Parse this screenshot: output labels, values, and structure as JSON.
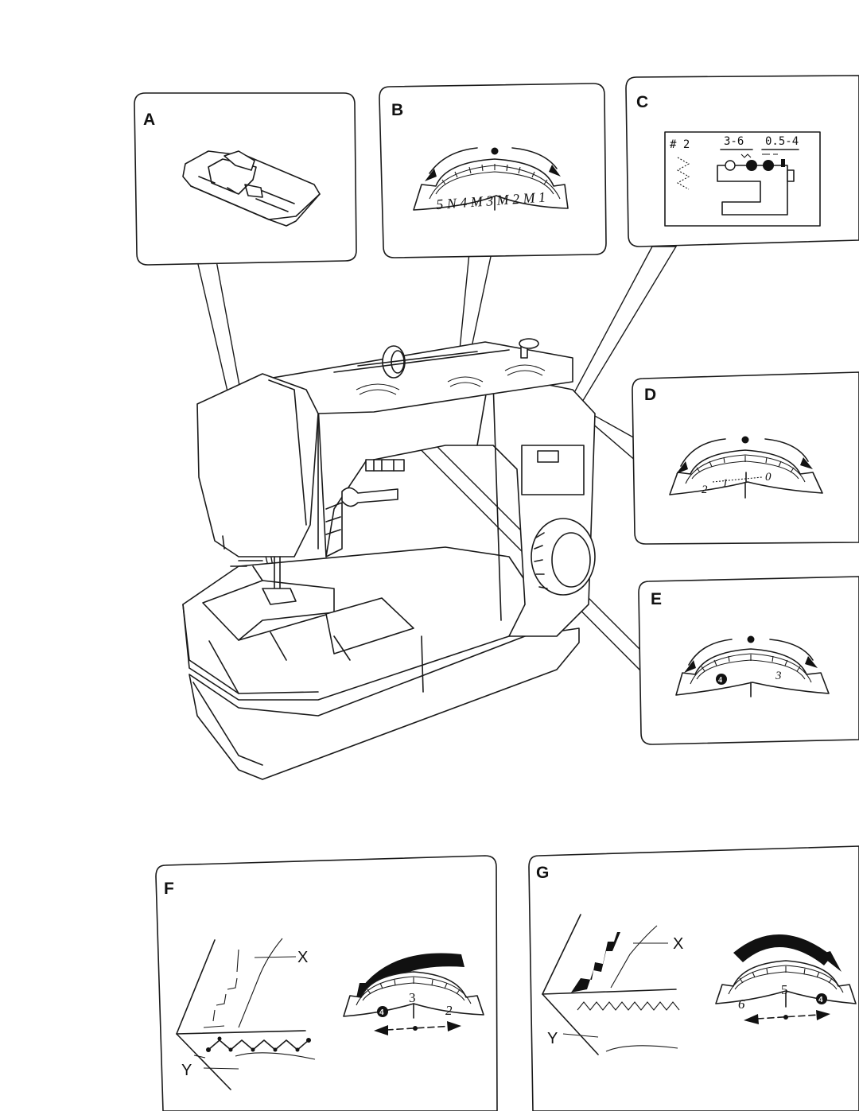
{
  "panels": {
    "A": {
      "letter": "A"
    },
    "B": {
      "letter": "B",
      "dial_marks": "5 N 4 M 3 M 2 M 1"
    },
    "C": {
      "letter": "C",
      "display": {
        "pattern": "# 2",
        "range_1": "3-6",
        "range_2": "0.5-4"
      }
    },
    "D": {
      "letter": "D",
      "dial_marks": {
        "left": "2",
        "mid": "1",
        "right": "0"
      }
    },
    "E": {
      "letter": "E",
      "dial_marks": {
        "badge": "4",
        "right": "3"
      }
    },
    "F": {
      "letter": "F",
      "label_x": "X",
      "label_y": "Y",
      "dial_marks": {
        "badge": "4",
        "mid": "3",
        "right": "2"
      }
    },
    "G": {
      "letter": "G",
      "label_x": "X",
      "label_y": "Y",
      "dial_marks": {
        "left": "6",
        "mid": "5",
        "badge": "4"
      }
    }
  }
}
